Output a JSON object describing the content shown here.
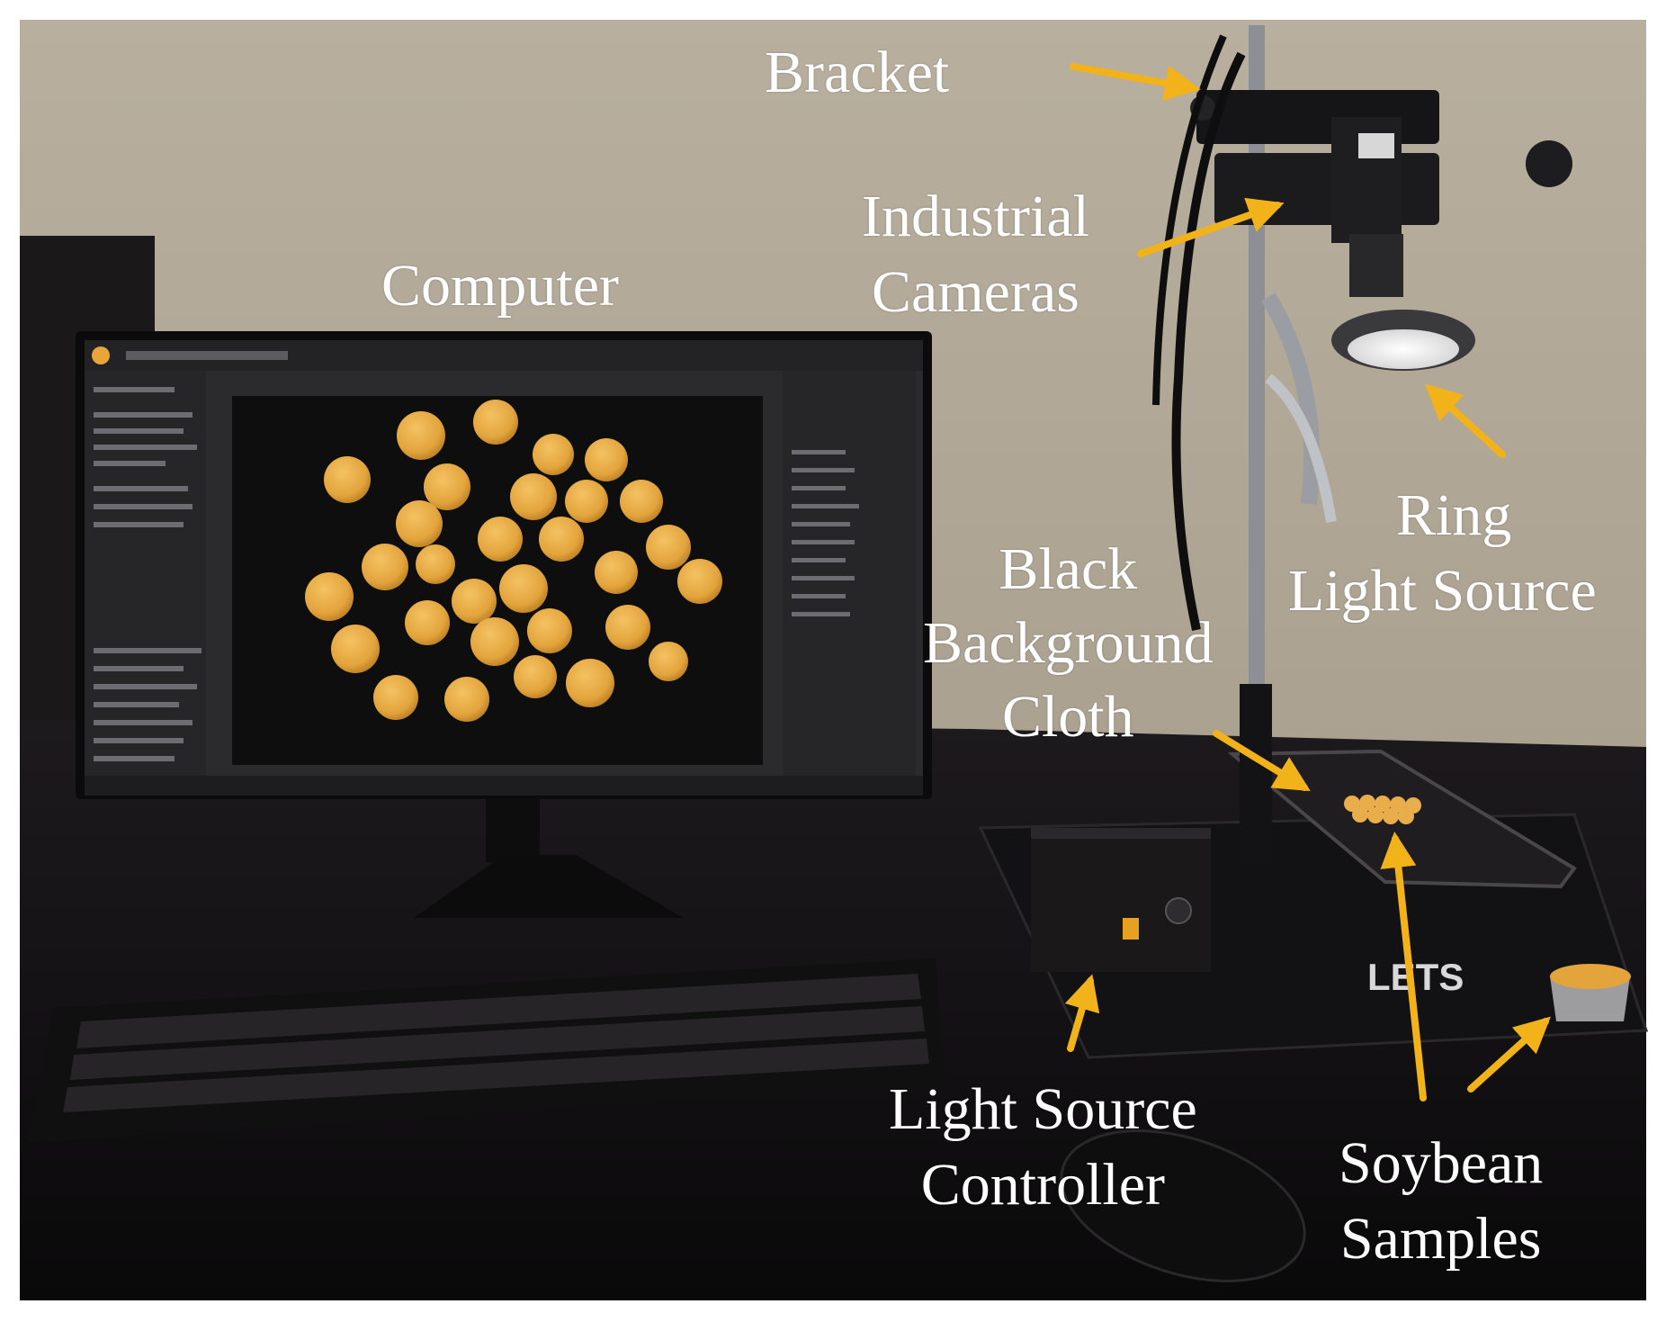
{
  "labels": {
    "bracket": "Bracket",
    "cameras_line1": "Industrial",
    "cameras_line2": "Cameras",
    "computer": "Computer",
    "ring_line1": "Ring",
    "ring_line2": "Light Source",
    "cloth_line1": "Black",
    "cloth_line2": "Background",
    "cloth_line3": "Cloth",
    "controller_line1": "Light Source",
    "controller_line2": "Controller",
    "soy_line1": "Soybean",
    "soy_line2": "Samples"
  },
  "colors": {
    "wall": "#b3aa9b",
    "desk": "#141214",
    "arrow": "#f2b21a",
    "soybean": "#e3a43c",
    "screen_bg": "#1c1c1e",
    "app_panel": "#2a2a2d",
    "label_text": "#ffffff"
  },
  "icons": [
    "arrow-bracket-icon",
    "arrow-cameras-icon",
    "arrow-ring-icon",
    "arrow-cloth-icon",
    "arrow-controller-icon",
    "arrow-soybean-tray-icon",
    "arrow-soybean-cup-icon"
  ]
}
